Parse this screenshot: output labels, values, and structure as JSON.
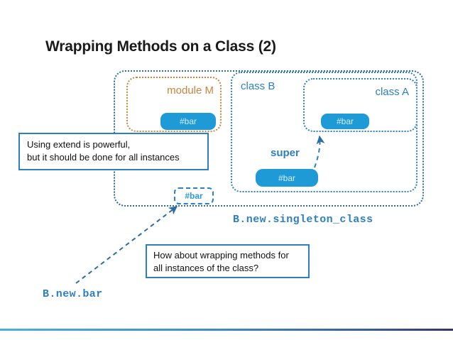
{
  "slide": {
    "title": "Wrapping Methods on a Class (2)"
  },
  "diagram": {
    "outer_container": {
      "name": "singleton-class-container",
      "border_color": "#2e6da4"
    },
    "module_box": {
      "label": "module M",
      "border_color": "#c8843f",
      "method": "#bar"
    },
    "class_b_box": {
      "label": "class B",
      "border_color": "#2e7fc0",
      "method": "#bar"
    },
    "class_a_box": {
      "label": "class A",
      "border_color": "#2e7fc0",
      "method": "#bar"
    },
    "super_label": "super",
    "singleton_method": "#bar",
    "code_labels": {
      "singleton_class": "B.new.singleton_class",
      "new_bar": "B.new.bar"
    }
  },
  "callouts": [
    {
      "id": "extend-callout",
      "line1": "Using extend is powerful,",
      "line2": "but it should be done for all instances"
    },
    {
      "id": "wrapping-callout",
      "line1": "How about wrapping methods for",
      "line2": "all instances of the class?"
    }
  ],
  "colors": {
    "accent_blue": "#1e9ad6",
    "border_blue": "#2e7fc0",
    "module_orange": "#c8843f",
    "title_black": "#1a1a1a"
  }
}
